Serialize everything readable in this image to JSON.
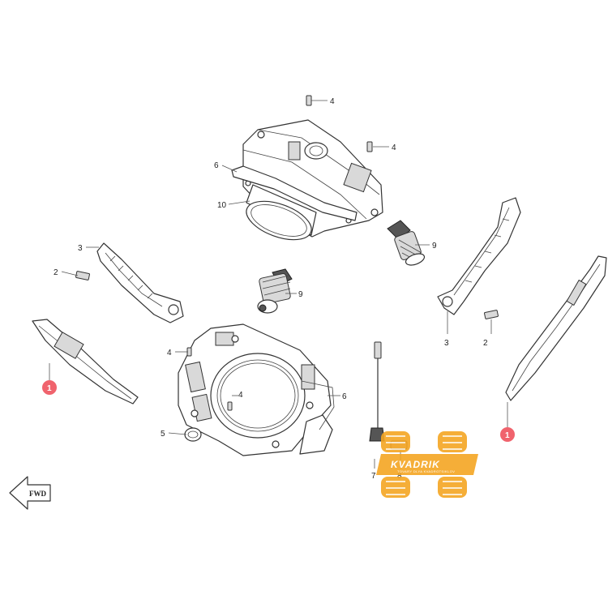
{
  "callouts": {
    "c1_left": "1",
    "c1_right": "1",
    "c2_left": "2",
    "c2_right": "2",
    "c3_left": "3",
    "c3_right": "3",
    "c4_top_a": "4",
    "c4_top_b": "4",
    "c4_lower_a": "4",
    "c4_lower_b": "4",
    "c5": "5",
    "c6_top": "6",
    "c6_lower": "6",
    "c7": "7",
    "c8": "8",
    "c9_top": "9",
    "c9_lower": "9",
    "c10": "10"
  },
  "fwd_label": "FWD",
  "watermark": {
    "brand": "KVADRIK",
    "tagline": "TOVARY DLYA KVADROTSIKLOV",
    "color": "#f5a623"
  },
  "colors": {
    "marker": "#f0636d",
    "line": "#333333"
  }
}
